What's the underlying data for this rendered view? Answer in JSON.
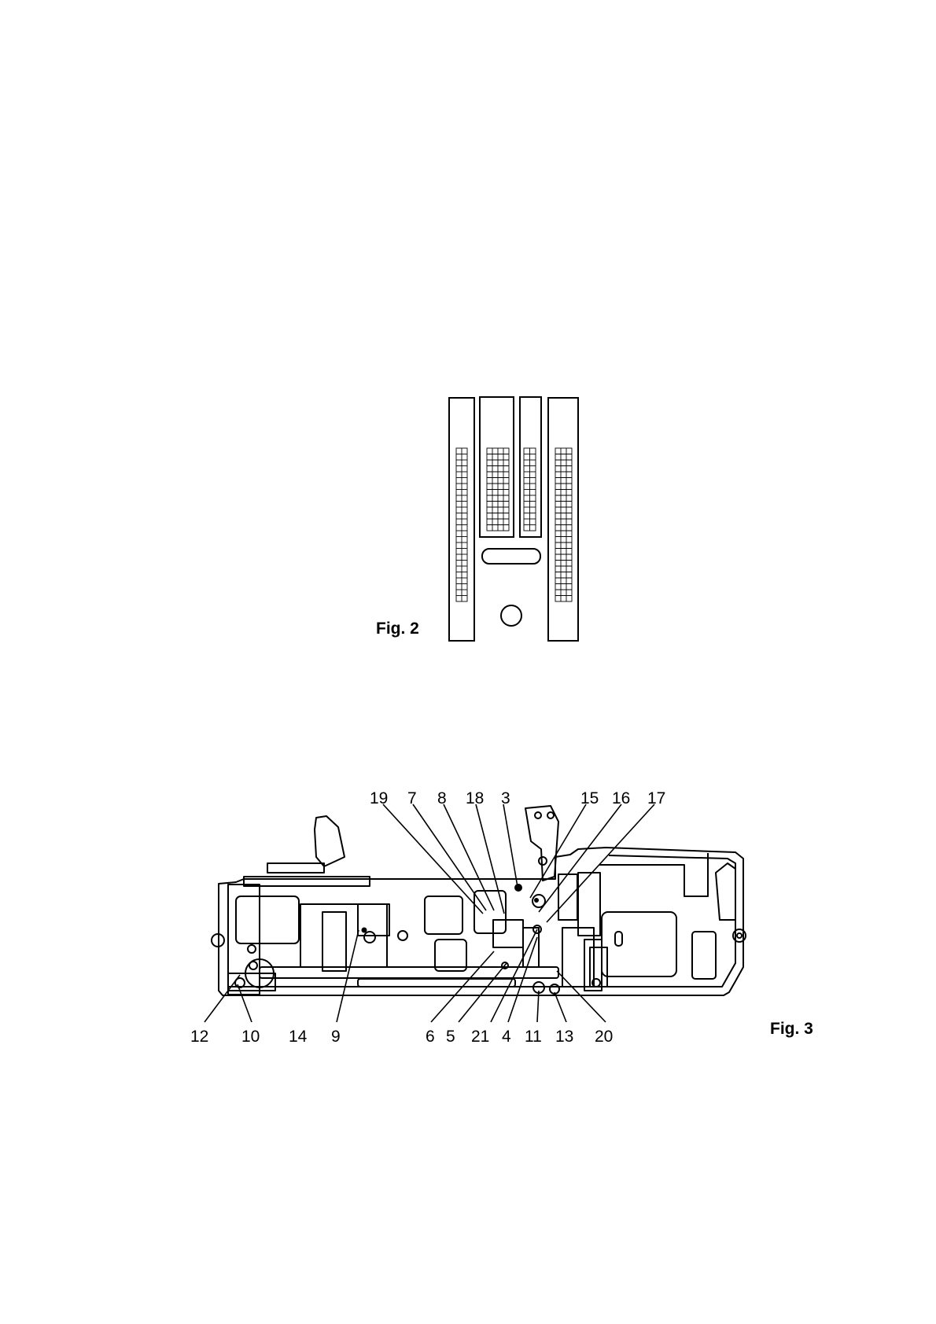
{
  "figures": {
    "fig2": {
      "caption": "Fig. 2"
    },
    "fig3": {
      "caption": "Fig. 3",
      "callouts_top": [
        "19",
        "7",
        "8",
        "18",
        "3",
        "15",
        "16",
        "17"
      ],
      "callouts_bottom": [
        "12",
        "10",
        "14",
        "9",
        "6",
        "5",
        "21",
        "4",
        "11",
        "13",
        "20"
      ]
    }
  }
}
